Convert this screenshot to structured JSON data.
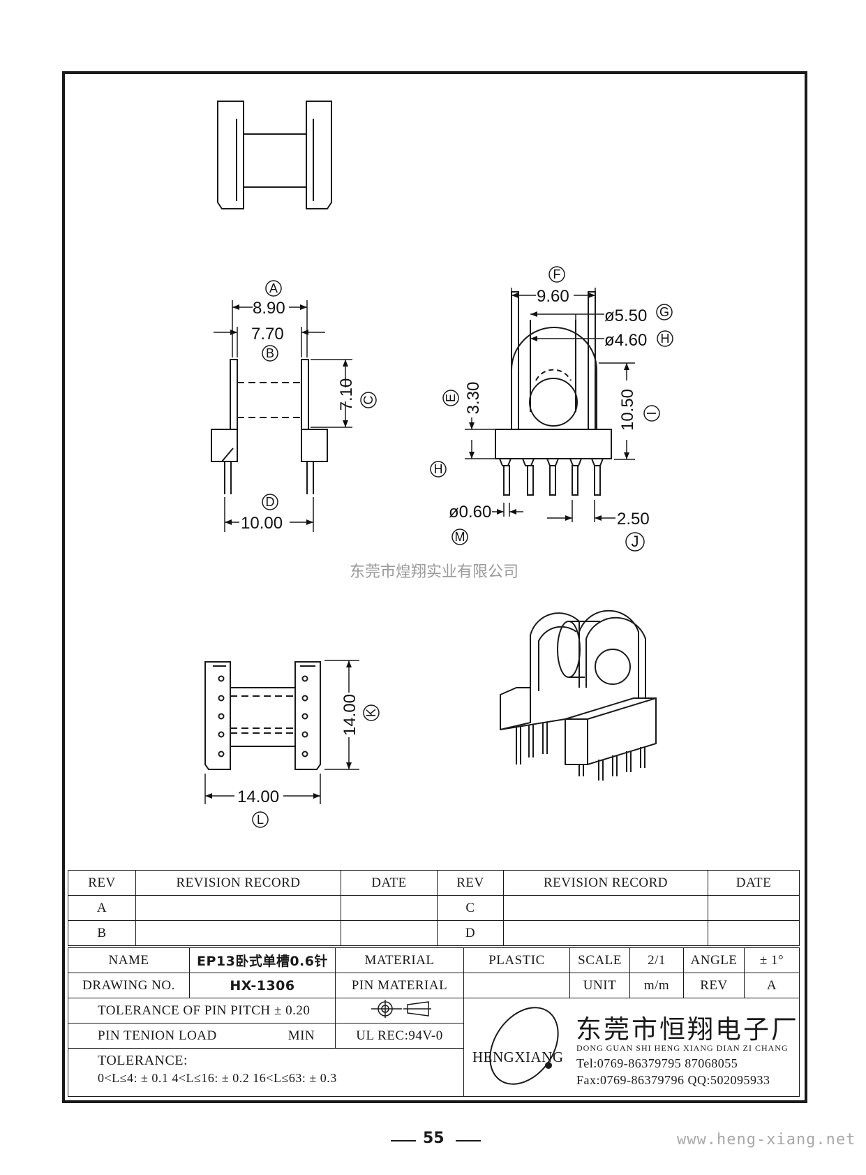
{
  "dimensions": {
    "a": "8.90",
    "b": "7.70",
    "c": "7.10",
    "d": "10.00",
    "e": "3.30",
    "f": "9.60",
    "g": "ø5.50",
    "h": "ø4.60",
    "i": "10.50",
    "j": "2.50",
    "m": "ø0.60",
    "k": "14.00",
    "l": "14.00"
  },
  "callouts": [
    "A",
    "B",
    "C",
    "D",
    "E",
    "F",
    "G",
    "H",
    "I",
    "J",
    "K",
    "L",
    "M"
  ],
  "watermark": "东莞市煌翔实业有限公司",
  "revision_table": {
    "headers": [
      "REV",
      "REVISION RECORD",
      "DATE",
      "REV",
      "REVISION RECORD",
      "DATE"
    ],
    "rows": [
      [
        "A",
        "",
        "",
        "C",
        "",
        ""
      ],
      [
        "B",
        "",
        "",
        "D",
        "",
        ""
      ]
    ]
  },
  "title_block": {
    "name_label": "NAME",
    "name_value": "EP13卧式单槽0.6针",
    "material_label": "MATERIAL",
    "material_value": "PLASTIC",
    "scale_label": "SCALE",
    "scale_value": "2/1",
    "angle_label": "ANGLE",
    "angle_value": "± 1°",
    "drawing_no_label": "DRAWING NO.",
    "drawing_no_value": "HX-1306",
    "pin_material_label": "PIN MATERIAL",
    "pin_material_value": "",
    "unit_label": "UNIT",
    "unit_value": "m/m",
    "rev_label": "REV",
    "rev_value": "A",
    "pin_pitch_tolerance": "TOLERANCE OF PIN PITCH ± 0.20",
    "pin_tension_label": "PIN TENION LOAD",
    "pin_tension_min": "MIN",
    "ul_rec": "UL REC:94V-0",
    "tolerance_title": "TOLERANCE:",
    "tolerance_values": "0<L≤4: ± 0.1   4<L≤16: ± 0.2   16<L≤63: ± 0.3"
  },
  "company": {
    "logo_text": "HENGXIANG",
    "name": "东莞市恒翔电子厂",
    "pinyin": "DONG GUAN SHI HENG XIANG DIAN ZI CHANG",
    "tel": "Tel:0769-86379795 87068055",
    "fax": "Fax:0769-86379796 QQ:502095933"
  },
  "page_number": "55",
  "website": "www.heng-xiang.net",
  "colors": {
    "line": "#1a1a1a",
    "watermark": "#9a9a9a"
  }
}
